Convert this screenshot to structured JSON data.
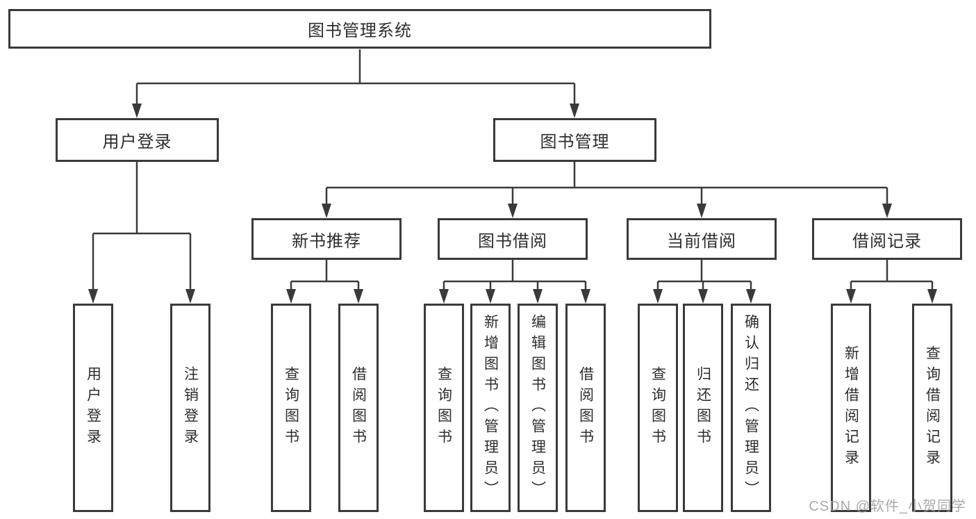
{
  "diagram_title": "图书管理系统",
  "nodes": {
    "root": {
      "label": "图书管理系统"
    },
    "level2": [
      {
        "id": "user-login",
        "label": "用户登录"
      },
      {
        "id": "book-management",
        "label": "图书管理"
      }
    ],
    "level3": [
      {
        "id": "new-book-recommend",
        "label": "新书推荐"
      },
      {
        "id": "book-borrow",
        "label": "图书借阅"
      },
      {
        "id": "current-borrow",
        "label": "当前借阅"
      },
      {
        "id": "borrow-record",
        "label": "借阅记录"
      }
    ],
    "leaves": {
      "user_login": [
        {
          "label": "用户登录"
        },
        {
          "label": "注销登录"
        }
      ],
      "new_book_recommend": [
        {
          "label": "查询图书"
        },
        {
          "label": "借阅图书"
        }
      ],
      "book_borrow": [
        {
          "label": "查询图书"
        },
        {
          "label": "新增图书（管理员）"
        },
        {
          "label": "编辑图书（管理员）"
        },
        {
          "label": "借阅图书"
        }
      ],
      "current_borrow": [
        {
          "label": "查询图书"
        },
        {
          "label": "归还图书"
        },
        {
          "label": "确认归还（管理员）"
        }
      ],
      "borrow_record": [
        {
          "label": "新增借阅记录"
        },
        {
          "label": "查询借阅记录"
        }
      ]
    }
  },
  "watermark": {
    "text": "CSDN @软件_小贺同学",
    "color": "#a0a0a0"
  },
  "colors": {
    "line": "#3a3a3a",
    "box_border": "#3a3a3a",
    "box_fill": "#ffffff",
    "text": "#2d2d2d",
    "background": "#ffffff"
  }
}
